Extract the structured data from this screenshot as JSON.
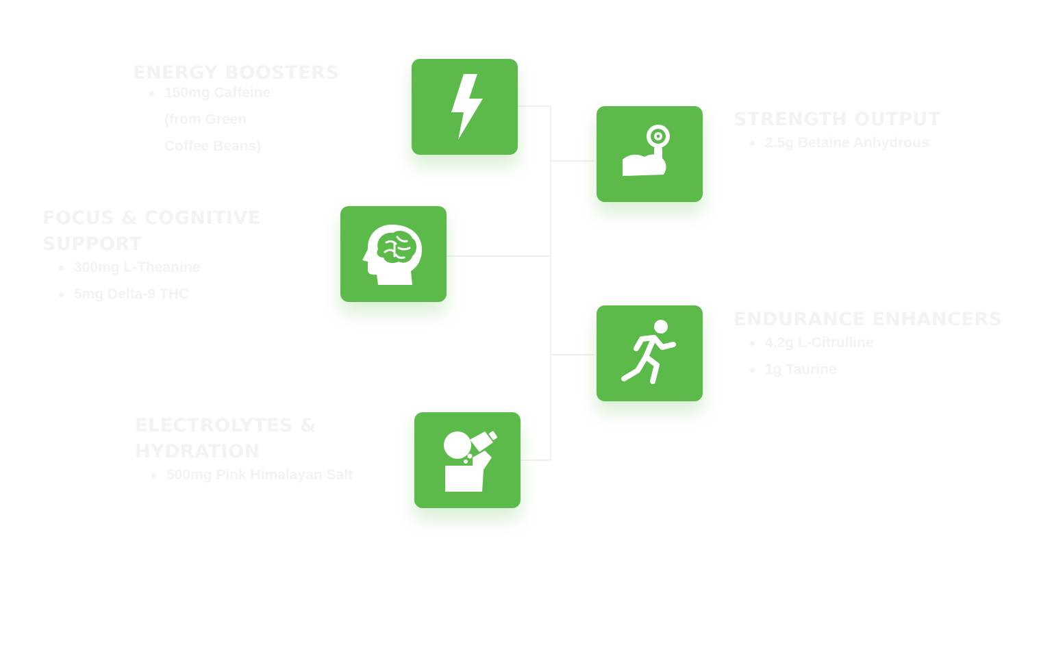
{
  "colors": {
    "tile": "#5bba4a",
    "icon": "#ffffff",
    "text": "#f3f3f3",
    "connector": "#f0f0f0"
  },
  "sections": {
    "energy": {
      "heading": "ENERGY BOOSTERS",
      "icon": "lightning-icon",
      "items": [
        "150mg Caffeine\n(from Green\nCoffee Beans)"
      ]
    },
    "strength": {
      "heading": "STRENGTH OUTPUT",
      "icon": "flexed-arm-icon",
      "items": [
        "2.5g Betaine Anhydrous"
      ]
    },
    "focus": {
      "heading": "FOCUS & COGNITIVE\nSUPPORT",
      "icon": "brain-head-icon",
      "items": [
        "300mg L-Theanine",
        "5mg Delta-9 THC"
      ]
    },
    "endurance": {
      "heading": "ENDURANCE ENHANCERS",
      "icon": "runner-icon",
      "items": [
        "4.2g L-Citrulline",
        "1g Taurine"
      ]
    },
    "hydration": {
      "heading": "ELECTROLYTES &\nHYDRATION",
      "icon": "drinking-bottle-icon",
      "items": [
        "500mg Pink Himalayan Salt"
      ]
    }
  }
}
